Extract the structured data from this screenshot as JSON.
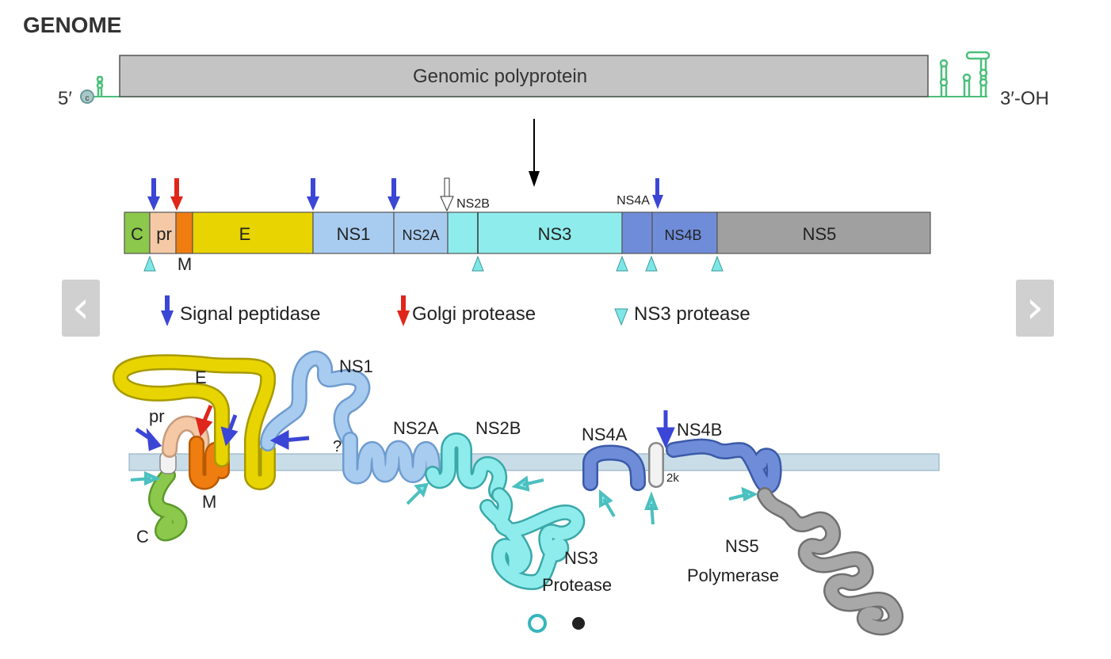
{
  "page_title": "GENOME",
  "genome": {
    "polyprotein_label": "Genomic polyprotein",
    "five_prime": "5′",
    "cap": "c",
    "three_prime": "3′-OH"
  },
  "segments": {
    "C": "C",
    "pr": "pr",
    "M": "M",
    "E": "E",
    "NS1": "NS1",
    "NS2A": "NS2A",
    "NS2B": "NS2B",
    "NS3": "NS3",
    "NS4A": "NS4A",
    "NS4B": "NS4B",
    "NS5": "NS5"
  },
  "legend": {
    "signal_peptidase": "Signal peptidase",
    "golgi_protease": "Golgi protease",
    "ns3_protease": "NS3 protease"
  },
  "membrane_labels": {
    "E": "E",
    "pr": "pr",
    "M": "M",
    "C": "C",
    "NS1": "NS1",
    "question": "?",
    "NS2A": "NS2A",
    "NS2B": "NS2B",
    "NS4A": "NS4A",
    "NS4B": "NS4B",
    "twoK": "2k",
    "NS3": "NS3",
    "NS3_sub": "Protease",
    "NS5": "NS5",
    "NS5_sub": "Polymerase"
  },
  "colors": {
    "signal": "#3b46d6",
    "golgi": "#e0261a",
    "ns3": "#7fe6e6",
    "C": "#8cc84b",
    "pr": "#f5c9a6",
    "M": "#f07d10",
    "E": "#e8d400",
    "NS1": "#a8ccf0",
    "NS3": "#8eecec",
    "NS4": "#6f8cd8",
    "NS5": "#a0a0a0",
    "rna": "#4cbf7a",
    "membrane": "#c8dde8"
  },
  "icons": {
    "prev": "chevron-left-icon",
    "next": "chevron-right-icon"
  }
}
